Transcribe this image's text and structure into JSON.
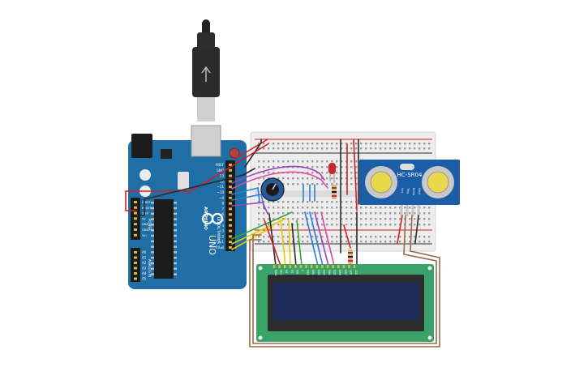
{
  "arduino": {
    "brand": "ARDUINO",
    "model": "UNO",
    "digital_header": "DIGITAL (PWM~)",
    "power_header": "POWER",
    "analog_header": "ANALOG IN",
    "top_pins": [
      "AREF",
      "GND",
      "13",
      "12",
      "~11",
      "~10",
      "~9",
      "8"
    ],
    "bottom_pins": [
      "7",
      "~6",
      "~5",
      "4",
      "~3",
      "2",
      "TX▸1",
      "RX◂0"
    ],
    "power_pins": [
      "IOREF",
      "RESET",
      "3.3V",
      "5V",
      "GND",
      "GND",
      "Vin"
    ],
    "analog_pins": [
      "A0",
      "A1",
      "A2",
      "A3",
      "A4",
      "A5"
    ]
  },
  "sensor": {
    "label": "HC-SR04",
    "pins": [
      "Vcc",
      "Trig",
      "Echo",
      "Gnd"
    ]
  },
  "lcd": {
    "pins": [
      "GND",
      "VCC",
      "V0",
      "RS",
      "RW",
      "E",
      "DB0",
      "DB1",
      "DB2",
      "DB3",
      "DB4",
      "DB5",
      "DB6",
      "DB7",
      "LED",
      "LED"
    ]
  },
  "colors": {
    "arduino_board": "#1f6ea6",
    "breadboard": "#ededed",
    "sensor_board": "#1c5da8",
    "lcd_pcb": "#3aa36a",
    "lcd_screen": "#1e2d5c",
    "wire_red": "#d42020",
    "wire_black": "#2a2a2a",
    "wire_brown": "#9a6a4a",
    "wire_yellow": "#e8c800",
    "wire_green": "#33a83a",
    "wire_blue": "#2a7fd4",
    "wire_purple": "#a040c0",
    "wire_pink": "#e04aa0",
    "usb_cable": "#2d2d2d"
  }
}
